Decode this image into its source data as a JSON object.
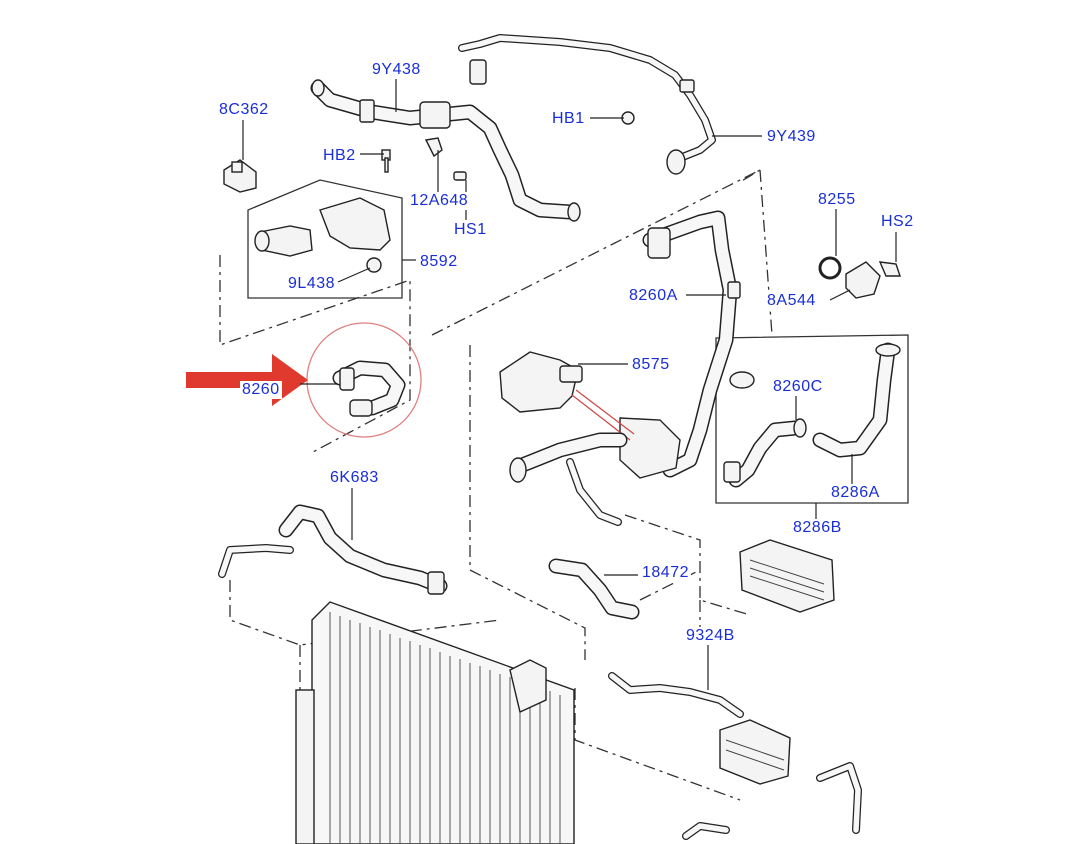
{
  "labels": {
    "9Y438": "9Y438",
    "8C362": "8C362",
    "HB2": "HB2",
    "12A648": "12A648",
    "HS1": "HS1",
    "HB1": "HB1",
    "9Y439": "9Y439",
    "8592": "8592",
    "9L438": "9L438",
    "8255": "8255",
    "HS2": "HS2",
    "8A544": "8A544",
    "8260A": "8260A",
    "8575": "8575",
    "8260C": "8260C",
    "8286A": "8286A",
    "8286B": "8286B",
    "8260": "8260",
    "6K683": "6K683",
    "18472": "18472",
    "9324B": "9324B"
  },
  "highlight": {
    "arrow_color": "#e03a2f",
    "circle_color": "#e08080",
    "label_color": "#1a2ed8"
  }
}
